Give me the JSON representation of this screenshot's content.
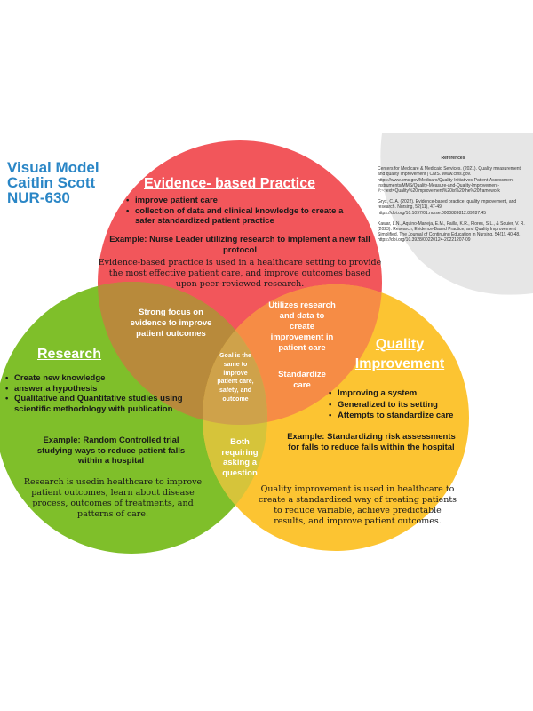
{
  "title": {
    "line1": "Visual Model",
    "line2": "Caitlin  Scott",
    "line3": "NUR-630"
  },
  "references": {
    "heading": "References",
    "entries": [
      "Centers for Medicare & Medicaid Services. (2021). Quality measurement and quality improvement | CMS. Www.cms.gov. https://www.cms.gov/Medicare/Quality-Initiatives-Patient-Assessment-Instruments/MMS/Quality-Measure-and-Quality-Improvement-#:~:text=Quality%20improvement%20is%20the%20framework",
      "Gryx, C. A. (2022). Evidence-based practice, quality improvement, and research. Nursing, 52(11), 47-49. https://doi.org/10.1097/01.nurse.0000889812.89287.45",
      "Kawar, L.N., Aquino-Maneja, E.M., Failla, K.R., Flores, S.L., & Squier, V. R. (2023). Research, Evidence-Based Practice, and Quality Improvement Simplified. The Journal of Continuing Education in Nursing, 54(1), 40-48. https://doi.org/10.3928/00220124-20221207-09"
    ]
  },
  "colors": {
    "ebp": "#f2565b",
    "research": "#7fbf2a",
    "quality": "#fcc432",
    "ebp_research": "#b88a3b",
    "ebp_quality": "#f68c45",
    "research_quality": "#d6c43a",
    "center": "#cfa24a",
    "gray_shape": "#e6e6e6"
  },
  "ebp": {
    "heading": "Evidence- based Practice",
    "bullets": [
      "improve patient care",
      "collection of data and clinical knowledge to create a safer standardized patient practice"
    ],
    "example": "Example: Nurse Leader utilizing research to implement a new fall protocol",
    "description": "Evidence-based practice is used in a healthcare setting to provide the most effective patient care, and improve outcomes based upon peer-reviewed research."
  },
  "research": {
    "heading": "Research",
    "bullets": [
      "Create new knowledge",
      "answer a hypothesis",
      "Qualitative and Quantitative studies using scientific methodology with publication"
    ],
    "example": "Example: Random Controlled trial studying ways to reduce patient falls within a hospital",
    "description": "Research is usedin healthcare to improve patient outcomes, learn about disease process, outcomes of treatments, and patterns of care."
  },
  "quality": {
    "heading_line1": "Quality",
    "heading_line2": "Improvement",
    "bullets": [
      "Improving a system",
      "Generalized to its setting",
      "Attempts to standardize care"
    ],
    "example": "Example: Standardizing risk assessments for falls to reduce falls within the hospital",
    "description": "Quality improvement is used in healthcare to create a standardized way of treating patients to reduce variable, achieve predictable results, and improve patient outcomes."
  },
  "overlaps": {
    "ebp_research": "Strong focus on evidence to improve patient outcomes",
    "ebp_quality": "Utilizes research and data to create improvement in patient care",
    "ebp_quality_extra": "Standardize care",
    "research_quality": "Both requiring asking a question",
    "center": "Goal is the same to improve patient care, safety, and outcome"
  }
}
